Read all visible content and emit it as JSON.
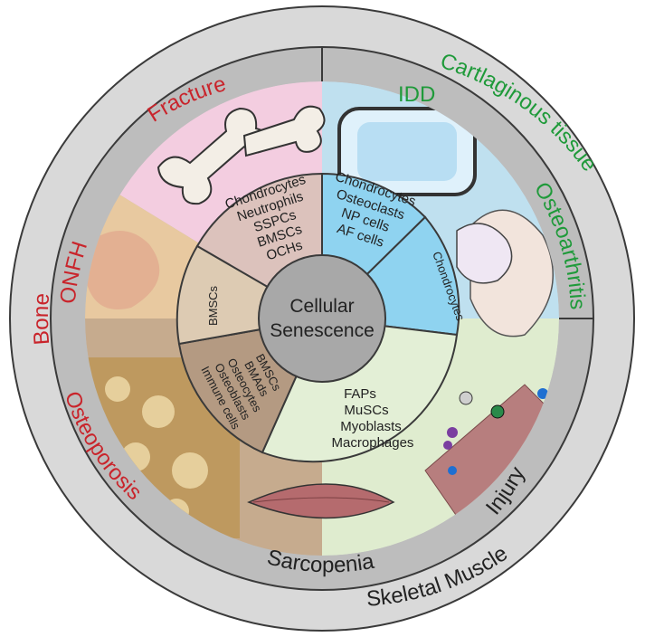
{
  "center": {
    "line1": "Cellular",
    "line2": "Senescence"
  },
  "outer_ring": {
    "bone": "Bone",
    "cartilaginous": "Cartlaginous tissue",
    "skeletal_muscle": "Skeletal Muscle"
  },
  "disease_ring": {
    "fracture": "Fracture",
    "idd": "IDD",
    "osteoarthritis": "Osteoarthritis",
    "injury": "Injury",
    "sarcopenia": "Sarcopenia",
    "osteoporosis": "Osteoporosis",
    "onfh": "ONFH"
  },
  "cells": {
    "fracture": [
      "Chondrocytes",
      "Neutrophils",
      "SSPCs",
      "BMSCs",
      "OCHs"
    ],
    "idd": [
      "Chondrocytes",
      "Osteoclasts",
      "NP cells",
      "AF cells"
    ],
    "osteoarthritis": [
      "Chondrocytes"
    ],
    "muscle": [
      "FAPs",
      "MuSCs",
      "Myoblasts",
      "Macrophages"
    ],
    "osteoporosis": [
      "BMSCs",
      "BMAds",
      "Osteocytes",
      "Osteoblasts",
      "Immune cells"
    ],
    "onfh": [
      "BMSCs"
    ]
  },
  "colors": {
    "bone_segment": "#d9c6b0",
    "fracture_segment": "#f3cde0",
    "blue_segment": "#bfe0ef",
    "green_segment": "#dfeccf",
    "brown_segment": "#c6ab8e",
    "ring_gray": "#bdbdbd",
    "outer_gray": "#d9d9d9",
    "center_gray": "#a8a8a8",
    "red_text": "#c9242b",
    "green_text": "#1f9a3a"
  }
}
